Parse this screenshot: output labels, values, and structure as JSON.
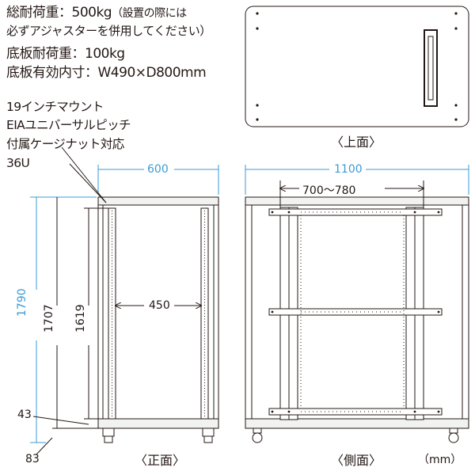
{
  "specs": {
    "total_load_label": "総耐荷重",
    "total_load_value": "500kg",
    "total_load_note_1": "（設置の際には",
    "total_load_note_2": "必ずアジャスターを併用してください）",
    "bottom_load_label": "底板耐荷重",
    "bottom_load_value": "100kg",
    "bottom_inner_label": "底板有効内寸",
    "bottom_inner_value": "W490×D800mm",
    "separator": "："
  },
  "mount_note": [
    "19インチマウント",
    "EIAユニバーサルピッチ",
    "付属ケージナット対応",
    "36U"
  ],
  "views": {
    "top": "〈上面〉",
    "front": "〈正面〉",
    "side": "〈側面〉",
    "unit": "（mm）"
  },
  "dimensions": {
    "front_width": "600",
    "front_inner_width": "450",
    "total_height": "1790",
    "frame_height": "1707",
    "rail_height": "1619",
    "base_height": "43",
    "caster_height": "83",
    "side_depth": "1100",
    "rail_range": "700〜780"
  },
  "colors": {
    "line": "#231815",
    "dimension_accent": "#3a9bd6",
    "panel_fill": "#f2f2f2",
    "rail_fill": "#ffffff"
  }
}
